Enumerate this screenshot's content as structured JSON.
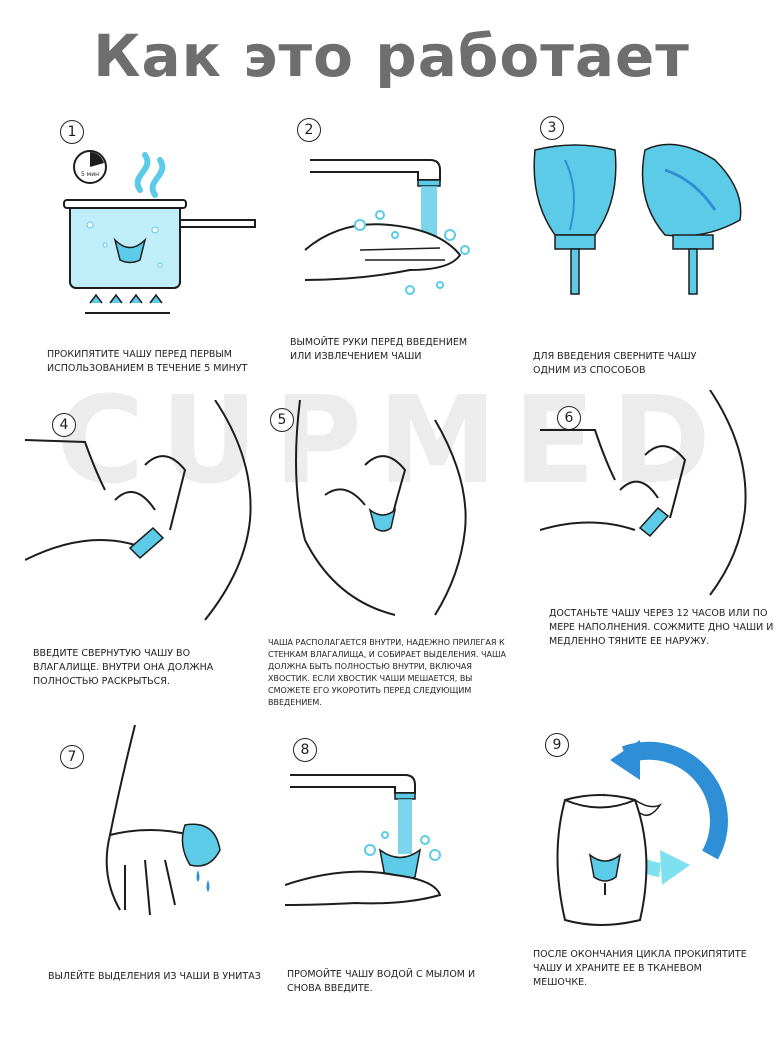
{
  "title": "Как это работает",
  "watermark": "CUPMED",
  "timer_label": "5 мин",
  "steps": [
    {
      "num": "1",
      "caption": "ПРОКИПЯТИТЕ ЧАШУ ПЕРЕД ПЕРВЫМ ИСПОЛЬЗОВАНИЕМ В ТЕЧЕНИЕ 5 МИНУТ"
    },
    {
      "num": "2",
      "caption": "ВЫМОЙТЕ РУКИ ПЕРЕД ВВЕДЕНИЕМ ИЛИ ИЗВЛЕЧЕНИЕМ ЧАШИ"
    },
    {
      "num": "3",
      "caption": "ДЛЯ ВВЕДЕНИЯ СВЕРНИТЕ ЧАШУ ОДНИМ ИЗ СПОСОБОВ"
    },
    {
      "num": "4",
      "caption": "ВВЕДИТЕ СВЕРНУТУЮ ЧАШУ ВО ВЛАГАЛИЩЕ. ВНУТРИ ОНА ДОЛЖНА ПОЛНОСТЬЮ РАСКРЫТЬСЯ."
    },
    {
      "num": "5",
      "caption": "ЧАША РАСПОЛАГАЕТСЯ ВНУТРИ, НАДЕЖНО ПРИЛЕГАЯ К СТЕНКАМ ВЛАГАЛИЩА, И СОБИРАЕТ ВЫДЕЛЕНИЯ. ЧАША ДОЛЖНА БЫТЬ ПОЛНОСТЬЮ ВНУТРИ, ВКЛЮЧАЯ ХВОСТИК. ЕСЛИ ХВОСТИК ЧАШИ МЕШАЕТСЯ, ВЫ СМОЖЕТЕ ЕГО УКОРОТИТЬ ПЕРЕД СЛЕДУЮЩИМ ВВЕДЕНИЕМ."
    },
    {
      "num": "6",
      "caption": "ДОСТАНЬТЕ ЧАШУ ЧЕРЕЗ 12 ЧАСОВ ИЛИ ПО МЕРЕ НАПОЛНЕНИЯ. СОЖМИТЕ ДНО ЧАШИ И МЕДЛЕННО ТЯНИТЕ ЕЕ НАРУЖУ."
    },
    {
      "num": "7",
      "caption": "ВЫЛЕЙТЕ ВЫДЕЛЕНИЯ ИЗ ЧАШИ В УНИТАЗ"
    },
    {
      "num": "8",
      "caption": "ПРОМОЙТЕ ЧАШУ ВОДОЙ С МЫЛОМ И СНОВА ВВЕДИТЕ."
    },
    {
      "num": "9",
      "caption": "ПОСЛЕ ОКОНЧАНИЯ ЦИКЛА ПРОКИПЯТИТЕ ЧАШУ И ХРАНИТЕ ЕЕ В ТКАНЕВОМ МЕШОЧКЕ."
    }
  ],
  "colors": {
    "cup": "#5ccbe8",
    "cup_dark": "#2f8fd6",
    "line": "#1d1d1d",
    "title": "#6e6e6e",
    "arrow": "#2f8fd6",
    "arrow_light": "#7fe0ef"
  }
}
